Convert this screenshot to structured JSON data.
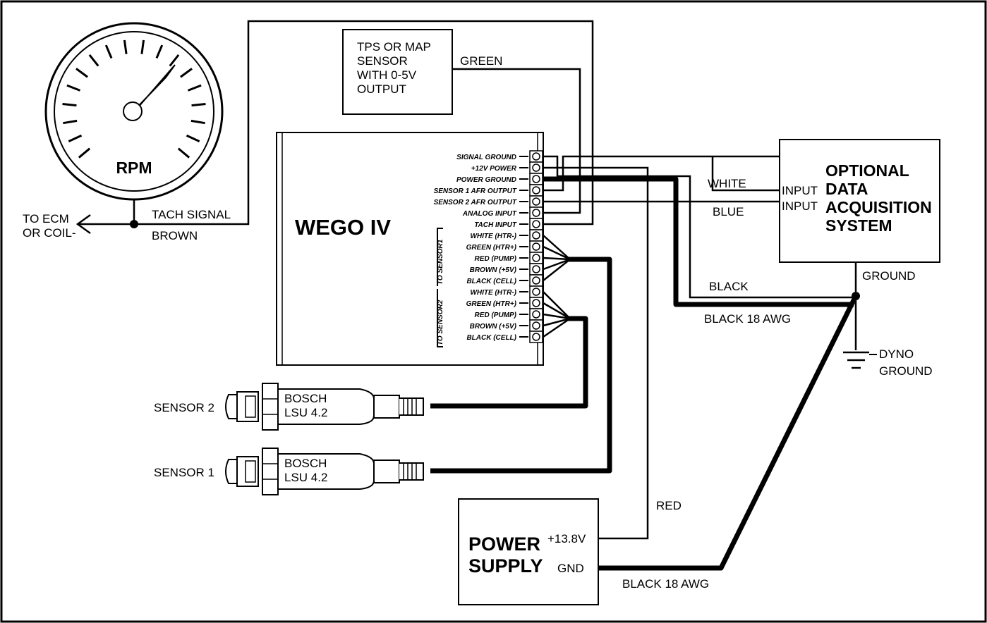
{
  "tachometer": {
    "label": "RPM",
    "signal_label": "TACH SIGNAL",
    "wire_color": "BROWN",
    "destination": [
      "TO ECM",
      "OR COIL-"
    ]
  },
  "tps_box": {
    "lines": [
      "TPS OR MAP",
      "SENSOR",
      "WITH 0-5V",
      "OUTPUT"
    ],
    "wire_color": "GREEN"
  },
  "wego": {
    "title": "WEGO IV",
    "terminals": [
      "SIGNAL GROUND",
      "+12V POWER",
      "POWER GROUND",
      "SENSOR 1 AFR OUTPUT",
      "SENSOR 2 AFR OUTPUT",
      "ANALOG INPUT",
      "TACH INPUT",
      "WHITE (HTR-)",
      "GREEN (HTR+)",
      "RED (PUMP)",
      "BROWN (+5V)",
      "BLACK (CELL)",
      "WHITE (HTR-)",
      "GREEN (HTR+)",
      "RED (PUMP)",
      "BROWN (+5V)",
      "BLACK (CELL)"
    ],
    "group1": "TO SENSOR1",
    "group2": "TO SENSOR2"
  },
  "daq": {
    "title": [
      "OPTIONAL",
      "DATA",
      "ACQUISITION",
      "SYSTEM"
    ],
    "input1": "INPUT",
    "input2": "INPUT",
    "ground": "GROUND"
  },
  "wires": {
    "white": "WHITE",
    "blue": "BLUE",
    "black": "BLACK",
    "black18a": "BLACK 18 AWG",
    "black18b": "BLACK 18 AWG",
    "red": "RED"
  },
  "dyno": [
    "DYNO",
    "GROUND"
  ],
  "sensors": [
    {
      "name": "SENSOR 2",
      "brand": "BOSCH",
      "model": "LSU 4.2"
    },
    {
      "name": "SENSOR 1",
      "brand": "BOSCH",
      "model": "LSU 4.2"
    }
  ],
  "power_supply": {
    "title": [
      "POWER",
      "SUPPLY"
    ],
    "pos": "+13.8V",
    "gnd": "GND"
  }
}
